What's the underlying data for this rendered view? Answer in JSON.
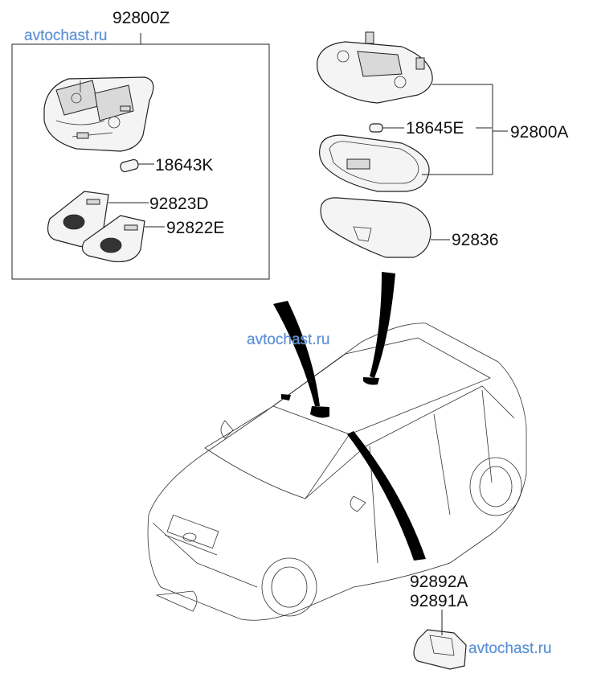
{
  "diagram": {
    "title": "Room / interior lamp assembly",
    "watermark": "avtochast.ru",
    "watermarks": [
      "avtochast.ru",
      "avtochast.ru",
      "avtochast.ru"
    ],
    "groups": {
      "front_room_lamp": {
        "assembly_label": "92800Z",
        "parts": {
          "bulb": "18643K",
          "lens_left": "92823D",
          "lens_right": "92822E"
        }
      },
      "rear_room_lamp": {
        "assembly_label": "92800A",
        "parts": {
          "bulb": "18645E",
          "cover": "92836"
        }
      },
      "door_courtesy_lamp": {
        "labels": [
          "92892A",
          "92891A"
        ]
      }
    }
  }
}
